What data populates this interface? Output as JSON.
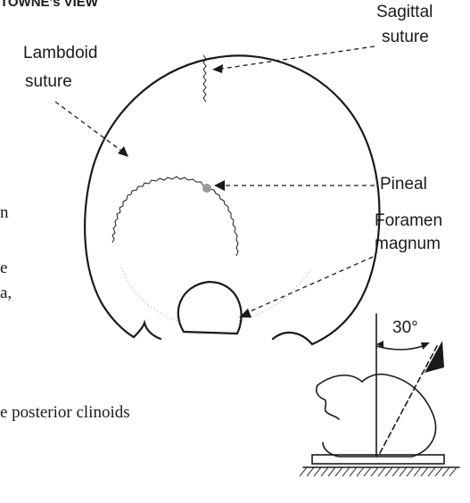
{
  "title": "TOWNE's VIEW",
  "labels": {
    "sagittal": [
      "Sagittal",
      "suture"
    ],
    "lambdoid": [
      "Lambdoid",
      "suture"
    ],
    "pineal": "Pineal",
    "foramen": [
      "Foramen",
      "magnum"
    ],
    "angle": "30°"
  },
  "text_fragments": {
    "line1": "n",
    "line2": "e",
    "line3": "a,",
    "line4": "e posterior clinoids"
  }
}
